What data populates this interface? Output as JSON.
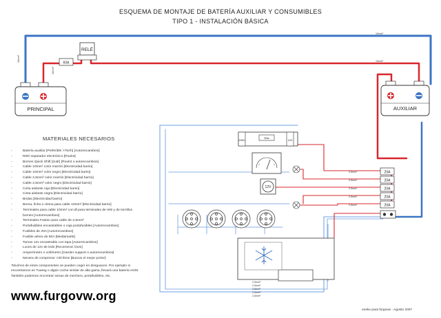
{
  "title_line1": "ESQUEMA DE MONTAJE DE BATERÍA AUXILIAR Y CONSUMIBLES",
  "title_line2": "TIPO 1 - INSTALACIÓN BÁSICA",
  "labels": {
    "rele": "RELÉ",
    "fuse_60a": "60A",
    "principal": "PRINCIPAL",
    "auxiliar": "AUXILIAR",
    "cable_10mm": "10mm²",
    "cable_25mm": "2,5mm²",
    "cable_2mm": "2mm²",
    "fuse_20a": "20A",
    "voltmeter": "12V",
    "fridge_l": "230V",
    "fridge_r": "12V",
    "fridge_c": "50w"
  },
  "materials_title": "MATERIALES NECESARIOS",
  "materials": [
    "Batería auxiliar [Preferible >75Ah] [Autorrecambios]",
    "Relé separador electrónico [Roulot]",
    "Bornes Quick Shift [2udr] [Roulot o autorecambios]",
    "Cable 10mm² color marrón [Electricidad barrio]",
    "Cable 10mm² color negro [Electricidad barrio]",
    "Cable 2,5mm² color marrón [Electricidad barrio]",
    "Cable 2,5mm² color negro [Electricidad barrio]",
    "Cinta aislante roja [Electricidad barrio]",
    "Cinta aislante negra [Electricidad barrio]",
    "Bridas [Electricidad barrio]",
    "Borna, ficha o clema para cable 10mm² [Electricidad barrio]",
    "Terminales para cable 10mm² con Ø para terminales de relé y de tornillos bornes [Autorrecambios]",
    "Terminales Faston para cable de 2,5mm²",
    "Portafusibles encastrables o caja portafusibles [Autorrecambios]",
    "Fusibles de 20A [Autorrecambios]",
    "Fusible aéreo de 60A [Mediamarkt]",
    "Tomas 12v encastrable con tapa [Autorrecambios]",
    "Luces de 12v de leds [Recomend. lines]",
    "Amperímetro o voltímetro [Gander support o autorrecambios]",
    "Nevera de compresor >30 litros [Buscar el mejor portor]"
  ],
  "note": "*Muchos de estos componentes se pueden coger en desguaces. Por ejemplo si encontramos en Tuareg o algún coche similar de alta gama, llevará una batería AGM. También podemos encontrar tomas de mechero, portafusibles, etc.",
  "site": "www.furgovw.org",
  "credit": "eneko para furgovw - Agosto 2007",
  "colors": {
    "positive": "#d9252a",
    "negative": "#3b74c4",
    "light_blue": "#8ab2e6",
    "dark": "#222222"
  }
}
